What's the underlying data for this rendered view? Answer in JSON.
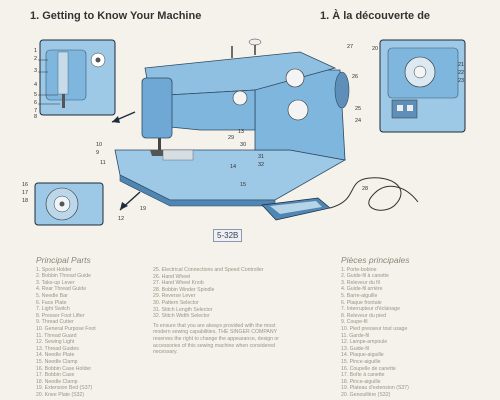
{
  "header": {
    "title_en": "1. Getting to Know Your Machine",
    "title_fr": "1. À la découverte de"
  },
  "illustration": {
    "model_label": "5-32B",
    "callouts": [
      "1",
      "2",
      "3",
      "4",
      "5",
      "6",
      "7",
      "8",
      "9",
      "10",
      "11",
      "12",
      "13",
      "14",
      "15",
      "16",
      "17",
      "18",
      "19",
      "20",
      "21",
      "22",
      "23",
      "24",
      "25",
      "26",
      "27",
      "28",
      "29",
      "30",
      "31",
      "32"
    ]
  },
  "parts_en": {
    "heading": "Principal Parts",
    "items": [
      "1. Spool Holder",
      "2. Bobbin Thread Guide",
      "3. Take-up Lever",
      "4. Rear Thread Guide",
      "5. Needle Bar",
      "6. Face Plate",
      "7. Light Switch",
      "8. Presser Foot Lifter",
      "9. Thread Cutter",
      "10. General Purpose Foot",
      "11. Thread Guard",
      "12. Sewing Light",
      "13. Thread Guides",
      "14. Needle Plate",
      "15. Needle Clamp",
      "16. Bobbin Case Holder",
      "17. Bobbin Case",
      "18. Needle Clamp",
      "19. Extension Bed (S37)",
      "20. Knee Plate (S32)"
    ]
  },
  "parts_en2": {
    "items": [
      "25. Electrical Connections and Speed Controller",
      "26. Hand Wheel",
      "27. Hand Wheel Knob",
      "28. Bobbin Winder Spindle",
      "29. Reverse Lever",
      "30. Pattern Selector",
      "31. Stitch Length Selector",
      "32. Stitch Width Selector"
    ],
    "note": "To ensure that you are always provided with the most modern sewing capabilities, THE SINGER COMPANY reserves the right to change the appearance, design or accessories of this sewing machine when considered necessary."
  },
  "parts_fr": {
    "heading": "Pièces principales",
    "items": [
      "1. Porte-bobine",
      "2. Guide-fil à canette",
      "3. Releveur du fil",
      "4. Guide-fil arrière",
      "5. Barre-aiguille",
      "6. Plaque frontale",
      "7. Interrupteur d'éclairage",
      "8. Releveur du pied",
      "9. Coupe-fil",
      "10. Pied presseur tout usage",
      "11. Garde-fil",
      "12. Lampe-ampoule",
      "13. Guide-fil",
      "14. Plaque-aiguille",
      "15. Pince-aiguille",
      "16. Coupelle de canette",
      "17. Boîte à canette",
      "18. Pince-aiguille",
      "19. Plateau d'extension (S37)",
      "20. Genouillère (S32)"
    ]
  },
  "colors": {
    "machine": "#7eb6dd",
    "machine_dark": "#4f86b3",
    "background": "#f4f2ea",
    "text_light": "#9a9486"
  }
}
